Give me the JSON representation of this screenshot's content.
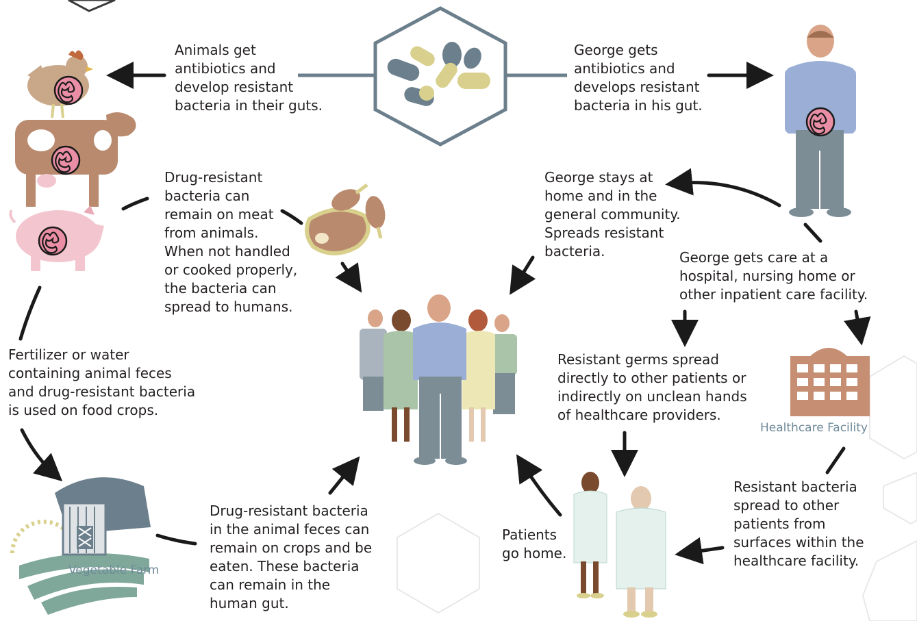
{
  "texts": {
    "animals": "Animals get\nantibiotics and\ndevelop resistant\nbacteria in their guts.",
    "george_gets": "George gets\nantibiotics and\ndevelops resistant\nbacteria in his gut.",
    "meat": "Drug-resistant\nbacteria can\nremain on meat\nfrom animals.\nWhen not handled\nor cooked properly,\nthe bacteria can\nspread to humans.",
    "stays_home": "George stays at\nhome and in the\ngeneral community.\nSpreads resistant\nbacteria.",
    "care": "George gets care at a\nhospital, nursing home or\nother inpatient care facility.",
    "fertilizer": "Fertilizer or water\ncontaining animal feces\nand drug-resistant bacteria\nis used on food crops.",
    "germs_spread": "Resistant germs spread\ndirectly to other patients or\nindirectly on unclean hands\nof healthcare providers.",
    "crops": "Drug-resistant bacteria\nin the animal feces can\nremain on crops and be\neaten. These bacteria\ncan remain in the\nhuman gut.",
    "patients_home": "Patients\ngo home.",
    "surfaces": "Resistant bacteria\nspread to other\npatients from\nsurfaces within the\nhealthcare facility."
  },
  "labels": {
    "healthcare": "Healthcare Facility",
    "farm": "Vegetable Farm"
  },
  "colors": {
    "arrow": "#1a1a1a",
    "hexagon": "#6c7f8c",
    "gut": "#e98ea5",
    "brown": "#b98a6e",
    "pig": "#f3c6cf",
    "shirt": "#9aaed6",
    "pants": "#7c8d96",
    "building": "#c68e73",
    "label": "#6f8a99"
  },
  "icons": [
    "pills-hexagon-icon",
    "chicken-icon",
    "cow-icon",
    "pig-icon",
    "meat-icon",
    "george-icon",
    "crowd-icon",
    "healthcare-building-icon",
    "patients-icon",
    "vegetable-farm-icon"
  ]
}
